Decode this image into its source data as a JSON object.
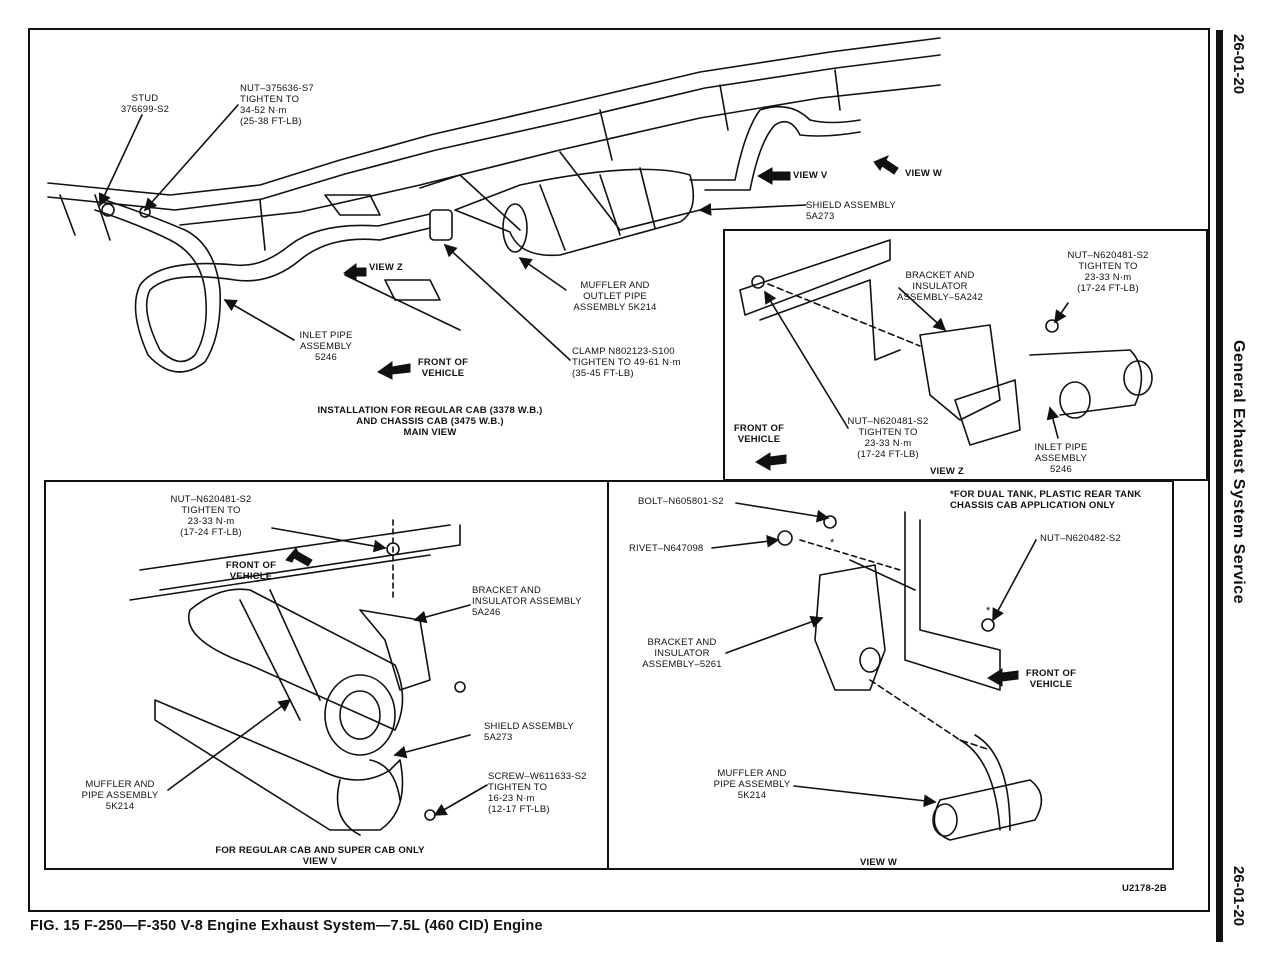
{
  "page": {
    "header_page": "26-01-20",
    "section_title": "General Exhaust System Service",
    "footer_page": "26-01-20",
    "figure_code": "U2178-2B",
    "caption": "FIG. 15 F-250—F-350 V-8 Engine Exhaust System—7.5L (460 CID) Engine"
  },
  "main_view": {
    "stud": [
      "STUD",
      "376699-S2"
    ],
    "nut": [
      "NUT–375636-S7",
      "TIGHTEN TO",
      "34-52 N·m",
      "(25-38 FT-LB)"
    ],
    "view_v": "VIEW V",
    "view_w": "VIEW W",
    "view_z": "VIEW Z",
    "shield": [
      "SHIELD ASSEMBLY",
      "5A273"
    ],
    "muffler": [
      "MUFFLER AND",
      "OUTLET PIPE",
      "ASSEMBLY  5K214"
    ],
    "inlet": [
      "INLET PIPE",
      "ASSEMBLY",
      "5246"
    ],
    "front": [
      "FRONT OF",
      "VEHICLE"
    ],
    "clamp": [
      "CLAMP  N802123-S100",
      "TIGHTEN TO 49-61 N·m",
      "(35-45 FT-LB)"
    ],
    "title": [
      "INSTALLATION FOR REGULAR CAB (3378 W.B.)",
      "AND CHASSIS CAB (3475 W.B.)",
      "MAIN VIEW"
    ]
  },
  "view_z": {
    "bracket": [
      "BRACKET AND",
      "INSULATOR",
      "ASSEMBLY–5A242"
    ],
    "nut_top": [
      "NUT–N620481-S2",
      "TIGHTEN TO",
      "23-33 N·m",
      "(17-24 FT-LB)"
    ],
    "front": [
      "FRONT OF",
      "VEHICLE"
    ],
    "nut_bottom": [
      "NUT–N620481-S2",
      "TIGHTEN TO",
      "23-33 N·m",
      "(17-24 FT-LB)"
    ],
    "inlet": [
      "INLET PIPE",
      "ASSEMBLY",
      "5246"
    ],
    "title": "VIEW Z"
  },
  "view_v": {
    "nut": [
      "NUT–N620481-S2",
      "TIGHTEN TO",
      "23-33 N·m",
      "(17-24 FT-LB)"
    ],
    "front": [
      "FRONT OF",
      "VEHICLE"
    ],
    "bracket": [
      "BRACKET AND",
      "INSULATOR ASSEMBLY",
      "5A246"
    ],
    "shield": [
      "SHIELD ASSEMBLY",
      "5A273"
    ],
    "muffler": [
      "MUFFLER AND",
      "PIPE ASSEMBLY",
      "5K214"
    ],
    "screw": [
      "SCREW–W611633-S2",
      "TIGHTEN TO",
      "16-23 N·m",
      "(12-17 FT-LB)"
    ],
    "title": [
      "FOR REGULAR CAB AND SUPER CAB ONLY",
      "VIEW V"
    ]
  },
  "view_w": {
    "bolt": "BOLT–N605801-S2",
    "note": [
      "*FOR DUAL TANK, PLASTIC REAR TANK",
      "CHASSIS CAB APPLICATION ONLY"
    ],
    "rivet": "RIVET–N647098",
    "nut": "NUT–N620482-S2",
    "bracket": [
      "BRACKET AND",
      "INSULATOR",
      "ASSEMBLY–5261"
    ],
    "front": [
      "FRONT OF",
      "VEHICLE"
    ],
    "muffler": [
      "MUFFLER AND",
      "PIPE ASSEMBLY",
      "5K214"
    ],
    "title": "VIEW W"
  }
}
